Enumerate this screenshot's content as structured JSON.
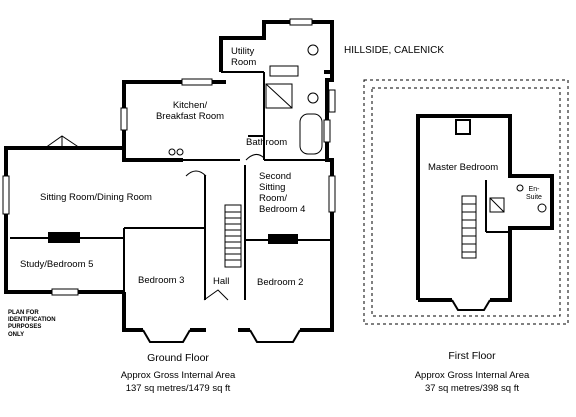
{
  "property": {
    "title": "HILLSIDE, CALENICK"
  },
  "disclaimer": [
    "PLAN FOR",
    "IDENTIFICATION",
    "PURPOSES",
    "ONLY"
  ],
  "ground_floor": {
    "caption": "Ground Floor",
    "area_label": "Approx Gross Internal Area",
    "area_value": "137 sq metres/1479 sq ft",
    "rooms": {
      "utility": [
        "Utility",
        "Room"
      ],
      "kitchen": [
        "Kitchen/",
        "Breakfast Room"
      ],
      "bathroom": "Bathroom",
      "sitting_dining": "Sitting Room/Dining Room",
      "second_sitting": [
        "Second",
        "Sitting",
        "Room/",
        "Bedroom 4"
      ],
      "study": "Study/Bedroom 5",
      "bedroom3": "Bedroom 3",
      "hall": "Hall",
      "bedroom2": "Bedroom 2"
    }
  },
  "first_floor": {
    "caption": "First Floor",
    "area_label": "Approx Gross Internal Area",
    "area_value": "37 sq metres/398 sq ft",
    "rooms": {
      "master": "Master Bedroom",
      "ensuite": [
        "En-",
        "Suite"
      ]
    }
  }
}
